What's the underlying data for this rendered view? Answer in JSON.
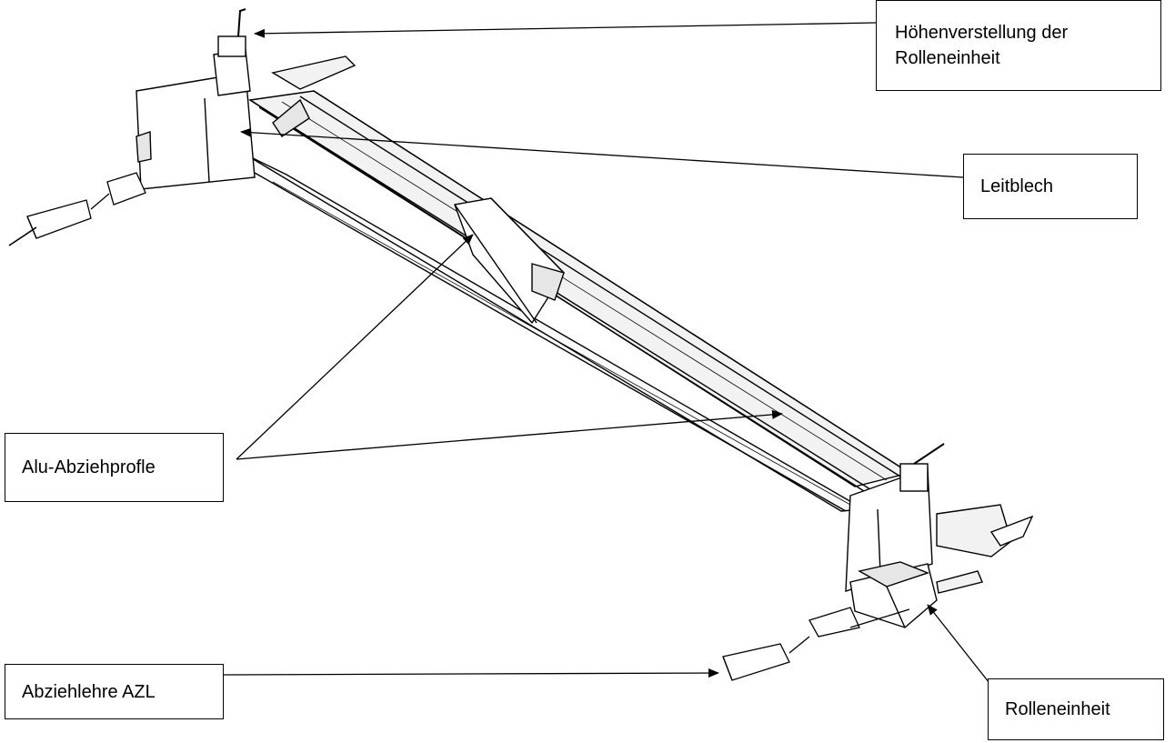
{
  "labels": {
    "hoehenverstellung": "Höhenverstellung der Rolleneinheit",
    "leitblech": "Leitblech",
    "alu_abziehprofile": "Alu-Abziehprofle",
    "abziehlehre": "Abziehlehre AZL",
    "rolleneinheit": "Rolleneinheit"
  },
  "colors": {
    "line": "#000000",
    "fill": "#ffffff",
    "metal": "#e6e6e6"
  }
}
